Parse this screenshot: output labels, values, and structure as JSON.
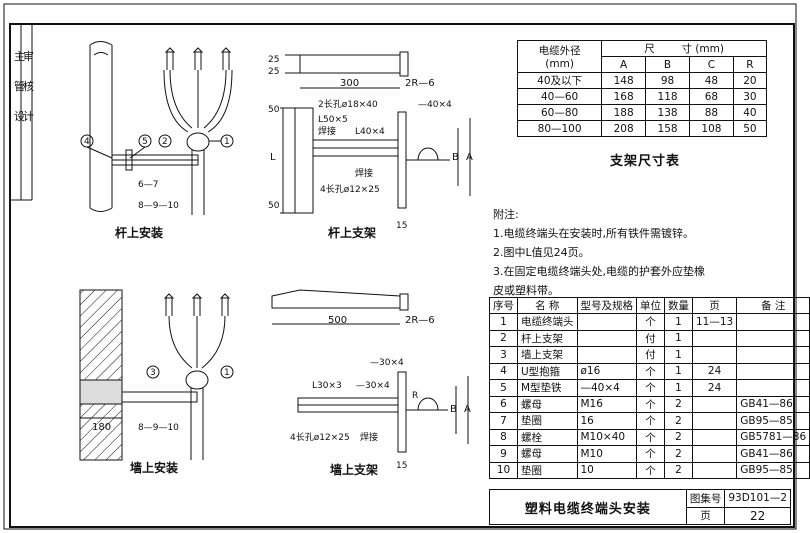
{
  "side_stamp": [
    "主",
    "管",
    "设",
    "审",
    "核",
    "计"
  ],
  "views": {
    "pole_install": {
      "caption": "杆上安装",
      "callouts": [
        "4",
        "5",
        "2",
        "1",
        "6—7",
        "8—9—10"
      ]
    },
    "wall_install": {
      "caption": "墙上安装",
      "callouts": [
        "3",
        "1",
        "8—9—10"
      ],
      "dim_180": "180"
    },
    "pole_bracket": {
      "caption": "杆上支架",
      "dims": {
        "d25a": "25",
        "d25b": "25",
        "len": "300",
        "r": "2R—6",
        "d50a": "50",
        "d50b": "50",
        "L": "L",
        "B": "B",
        "A": "A",
        "d15": "15"
      },
      "labels": [
        "2长孔ø18×40",
        "L50×5",
        "焊接",
        "—40×4",
        "L40×4",
        "焊接",
        "4长孔ø12×25"
      ]
    },
    "wall_bracket": {
      "caption": "墙上支架",
      "dims": {
        "len": "500",
        "r": "2R—6",
        "B": "B",
        "A": "A",
        "R": "R",
        "d15": "15"
      },
      "labels": [
        "—30×4",
        "L30×3",
        "—30×4",
        "焊接",
        "4长孔ø12×25"
      ]
    }
  },
  "dim_table": {
    "caption": "支架尺寸表",
    "header1": [
      "电缆外径",
      "尺",
      "寸",
      "(mm)"
    ],
    "header_unit": "(mm)",
    "header2": [
      "A",
      "B",
      "C",
      "R"
    ],
    "rows": [
      [
        "40及以下",
        "148",
        "98",
        "48",
        "20"
      ],
      [
        "40—60",
        "168",
        "118",
        "68",
        "30"
      ],
      [
        "60—80",
        "188",
        "138",
        "88",
        "40"
      ],
      [
        "80—100",
        "208",
        "158",
        "108",
        "50"
      ]
    ]
  },
  "notes": {
    "title": "附注:",
    "items": [
      "1.电缆终端头在安装时,所有铁件需镀锌。",
      "2.图中L值见24页。",
      "3.在固定电缆终端头处,电缆的护套外应垫橡",
      "   皮或塑料带。"
    ]
  },
  "parts_table": {
    "headers": [
      "序号",
      "名   称",
      "型号及规格",
      "单位",
      "数量",
      "页",
      "备   注"
    ],
    "rows": [
      [
        "1",
        "电缆终端头",
        "",
        "个",
        "1",
        "11—13",
        ""
      ],
      [
        "2",
        "杆上支架",
        "",
        "付",
        "1",
        "",
        ""
      ],
      [
        "3",
        "墙上支架",
        "",
        "付",
        "1",
        "",
        ""
      ],
      [
        "4",
        "U型抱箍",
        "ø16",
        "个",
        "1",
        "24",
        ""
      ],
      [
        "5",
        "M型垫铁",
        "—40×4",
        "个",
        "1",
        "24",
        ""
      ],
      [
        "6",
        "螺母",
        "M16",
        "个",
        "2",
        "",
        "GB41—86"
      ],
      [
        "7",
        "垫圈",
        "16",
        "个",
        "2",
        "",
        "GB95—85"
      ],
      [
        "8",
        "螺栓",
        "M10×40",
        "个",
        "2",
        "",
        "GB5781—86"
      ],
      [
        "9",
        "螺母",
        "M10",
        "个",
        "2",
        "",
        "GB41—86"
      ],
      [
        "10",
        "垫圈",
        "10",
        "个",
        "2",
        "",
        "GB95—85"
      ]
    ]
  },
  "title_block": {
    "title": "塑料电缆终端头安装",
    "atlas_label": "图集号",
    "atlas_no": "93D101—2",
    "page_label": "页",
    "page_no": "22"
  }
}
